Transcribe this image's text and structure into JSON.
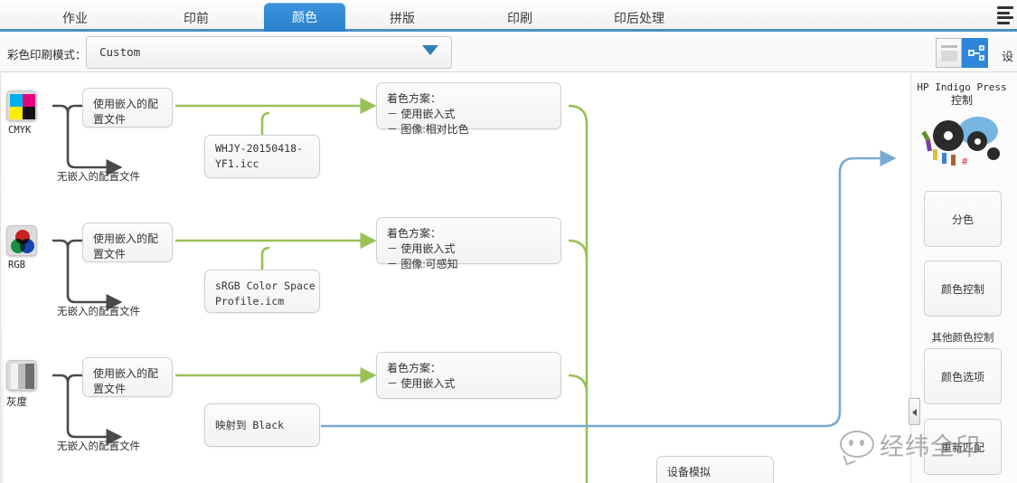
{
  "tabs": [
    {
      "label": "作业",
      "active": false
    },
    {
      "label": "印前",
      "active": false
    },
    {
      "label": "颜色",
      "active": true
    },
    {
      "label": "拼版",
      "active": false
    },
    {
      "label": "印刷",
      "active": false
    },
    {
      "label": "印后处理",
      "active": false
    }
  ],
  "menu_icon": "hamburger-menu-icon",
  "toolbar": {
    "mode_label": "彩色印刷模式：",
    "mode_value": "Custom",
    "dropdown_icon": "chevron-down-icon",
    "view_list_icon": "list-view-icon",
    "view_flow_icon": "flow-view-icon",
    "right_glyph": "设"
  },
  "flow": {
    "rows": [
      {
        "icon_name": "cmyk-swatch-icon",
        "source_label": "CMYK",
        "embedded_node": "使用嵌入的配置文件",
        "no_embed_label": "无嵌入的配置文件",
        "profile_node": "WHJY-20150418-YF1.icc",
        "intent_title": "着色方案：",
        "intent_lines": [
          "－ 使用嵌入式",
          "－ 图像:相对比色"
        ]
      },
      {
        "icon_name": "rgb-color-wheel-icon",
        "source_label": "RGB",
        "embedded_node": "使用嵌入的配置文件",
        "no_embed_label": "无嵌入的配置文件",
        "profile_node_line1": "sRGB Color Space",
        "profile_node_line2": "Profile.icm",
        "intent_title": "着色方案：",
        "intent_lines": [
          "－ 使用嵌入式",
          "－ 图像:可感知"
        ]
      },
      {
        "icon_name": "grayscale-bars-icon",
        "source_label": "灰度",
        "embedded_node": "使用嵌入的配置文件",
        "no_embed_label": "无嵌入的配置文件",
        "profile_node": "映射到 Black",
        "intent_title": "着色方案：",
        "intent_lines": [
          "－ 使用嵌入式"
        ]
      }
    ],
    "device_sim_node": "设备模拟",
    "wire_green": "#9ac155",
    "wire_blue": "#7aa9d0",
    "wire_dark": "#4a4a4a"
  },
  "panel": {
    "title_line1": "HP Indigo Press",
    "title_line2": "控制",
    "press_icon": "printing-press-icon",
    "buttons": [
      {
        "label": "分色"
      },
      {
        "label": "颜色控制"
      },
      {
        "label": "颜色选项"
      },
      {
        "label": "重新匹配"
      }
    ],
    "section_label": "其他颜色控制",
    "collapse_icon": "collapse-panel-arrow-icon"
  },
  "watermark": {
    "text": "经纬全印"
  }
}
